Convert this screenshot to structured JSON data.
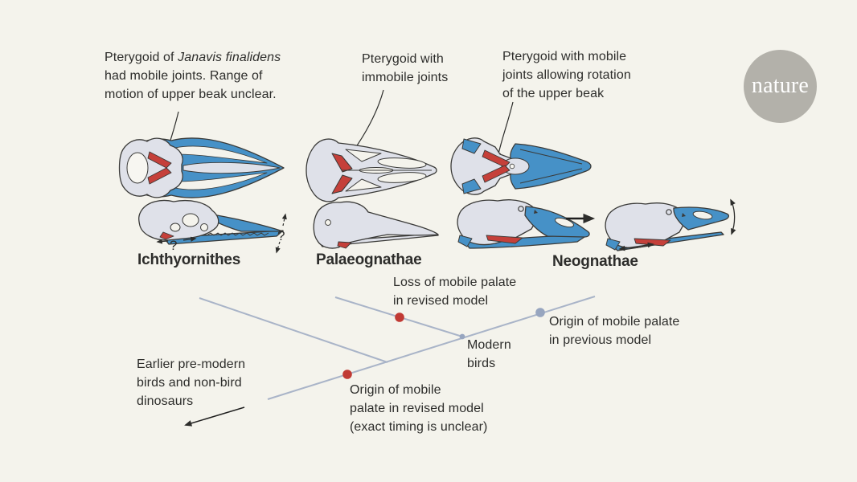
{
  "colors": {
    "background": "#f4f3ec",
    "ink": "#2d2d2b",
    "skull_blue": "#4691c7",
    "skull_gray": "#dfe1e9",
    "skull_red": "#c5403a",
    "skull_outline": "#3a3a38",
    "tree_line": "#a9b4c8",
    "node_red": "#c13a34",
    "node_blue_gray": "#97a5bf",
    "logo_gray": "#b3b1aa",
    "logo_text": "#ffffff"
  },
  "logo": {
    "text": "nature"
  },
  "notes": {
    "ichthyornithes": {
      "line1_prefix": "Pterygoid of ",
      "line1_species": "Janavis finalidens",
      "line2": "had mobile joints. Range of",
      "line3": "motion of upper beak unclear."
    },
    "palaeognathae": {
      "line1": "Pterygoid with",
      "line2": "immobile joints"
    },
    "neognathae": {
      "line1": "Pterygoid with mobile",
      "line2": "joints allowing rotation",
      "line3": "of the upper beak"
    }
  },
  "clades": {
    "ichthyornithes": "Ichthyornithes",
    "palaeognathae": "Palaeognathae",
    "neognathae": "Neognathae"
  },
  "tree": {
    "loss_mobile_palate": {
      "line1": "Loss of mobile palate",
      "line2": "in revised model"
    },
    "origin_previous": {
      "line1": "Origin of mobile palate",
      "line2": "in previous model"
    },
    "modern_birds": {
      "line1": "Modern",
      "line2": "birds"
    },
    "earlier_premodern": {
      "line1": "Earlier pre-modern",
      "line2": "birds and non-bird",
      "line3": "dinosaurs"
    },
    "origin_revised": {
      "line1": "Origin of mobile",
      "line2": "palate in revised model",
      "line3": "(exact timing is unclear)"
    }
  },
  "glyphs": {
    "uncertainty": "?"
  }
}
